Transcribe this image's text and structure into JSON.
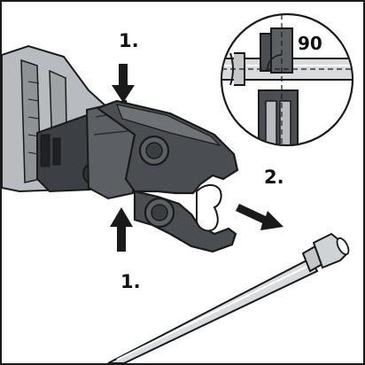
{
  "labels": {
    "step_top": "1.",
    "step_bottom": "1.",
    "step_pull": "2.",
    "angle": "90"
  },
  "colors": {
    "outline": "#1a1a1a",
    "jaw_dark": "#4a4d52",
    "jaw_mid": "#6e7176",
    "tool_light": "#b8bcc0",
    "tool_mid": "#8e9296",
    "pipe_light": "#d9dcdf",
    "arrow": "#1a1a1a"
  },
  "icons": {
    "push_arrow": "down-arrow-icon",
    "pull_arrow": "right-down-arrow-icon",
    "detail": "magnifier-circle-icon"
  }
}
